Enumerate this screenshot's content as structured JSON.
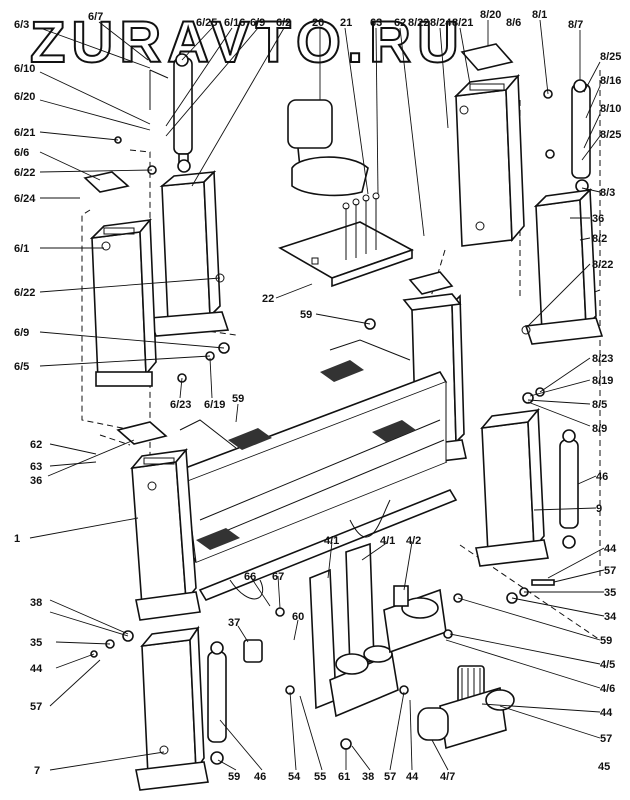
{
  "watermark": "ZURAVTO.RU",
  "labels": {
    "l_6_7": "6/7",
    "l_6_25": "6/25",
    "l_6_16": "6/16",
    "l_6_9a": "6/9",
    "l_6_2": "6/2",
    "l_20": "20",
    "l_21": "21",
    "l_63a": "63",
    "l_62a": "62",
    "l_8_22a": "8/22",
    "l_8_24": "8/24",
    "l_8_21": "8/21",
    "l_8_20": "8/20",
    "l_8_6": "8/6",
    "l_8_1": "8/1",
    "l_8_7": "8/7",
    "l_6_3": "6/3",
    "l_6_10": "6/10",
    "l_6_20": "6/20",
    "l_6_21": "6/21",
    "l_6_6": "6/6",
    "l_6_22a": "6/22",
    "l_6_24": "6/24",
    "l_6_1": "6/1",
    "l_6_22b": "6/22",
    "l_8_25a": "8/25",
    "l_8_16": "8/16",
    "l_8_10": "8/10",
    "l_8_25b": "8/25",
    "l_8_3": "8/3",
    "l_36a": "36",
    "l_8_2": "8/2",
    "l_8_22b": "8/22",
    "l_22": "22",
    "l_59a": "59",
    "l_6_9b": "6/9",
    "l_6_5": "6/5",
    "l_6_23": "6/23",
    "l_6_19": "6/19",
    "l_59b": "59",
    "l_8_23": "8/23",
    "l_8_19": "8/19",
    "l_8_5": "8/5",
    "l_8_9": "8/9",
    "l_62b": "62",
    "l_63b": "63",
    "l_36b": "36",
    "l_1": "1",
    "l_46a": "46",
    "l_9": "9",
    "l_4_1a": "4/1",
    "l_4_1b": "4/1",
    "l_4_2": "4/2",
    "l_44a": "44",
    "l_57a": "57",
    "l_35a": "35",
    "l_34a": "34",
    "l_66": "66",
    "l_67": "67",
    "l_60": "60",
    "l_37": "37",
    "l_59c": "59",
    "l_4_5": "4/5",
    "l_4_6": "4/6",
    "l_44b": "44",
    "l_57b": "57",
    "l_38": "38",
    "l_35b": "35",
    "l_44c": "44",
    "l_57c": "57",
    "l_7": "7",
    "l_59d": "59",
    "l_46b": "46",
    "l_54": "54",
    "l_55": "55",
    "l_61": "61",
    "l_38b": "38",
    "l_57d": "57",
    "l_44d": "44",
    "l_4_7": "4/7",
    "l_45": "45"
  }
}
